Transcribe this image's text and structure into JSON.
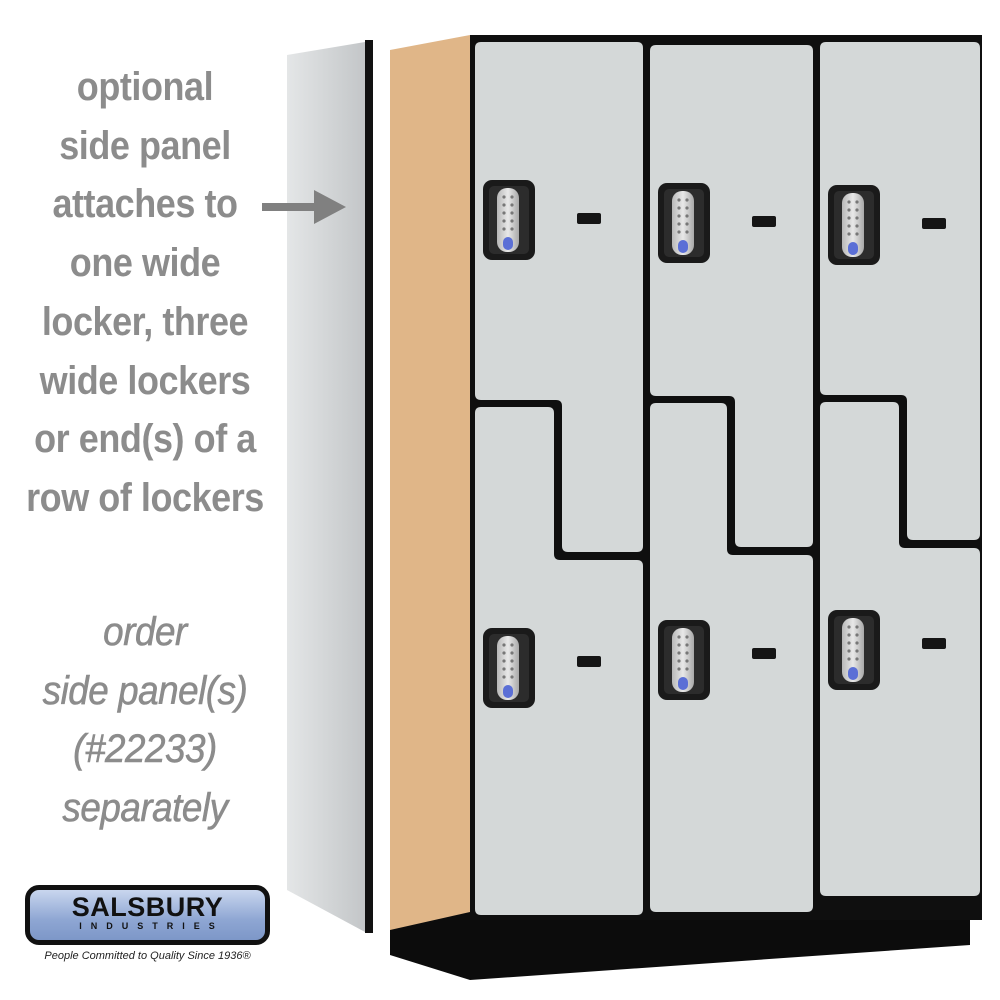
{
  "callout_lines": [
    "optional",
    "side panel",
    "attaches to",
    "one wide",
    "locker, three",
    "wide lockers",
    "or end(s) of a",
    "row of lockers"
  ],
  "order_lines": [
    "order",
    "side panel(s)",
    "(#22233)",
    "separately"
  ],
  "logo": {
    "name": "SALSBURY",
    "subtitle": "INDUSTRIES",
    "tagline": "People Committed to Quality Since 1936®"
  },
  "colors": {
    "text": "#8c8c8c",
    "door": "#d4d8d8",
    "frame": "#111111",
    "side": "#e2b98a",
    "panel": "#cfd2d4"
  },
  "lockers": {
    "columns": 3,
    "tiers": 2,
    "door_style": "Z-shape",
    "lock": "keypad"
  }
}
